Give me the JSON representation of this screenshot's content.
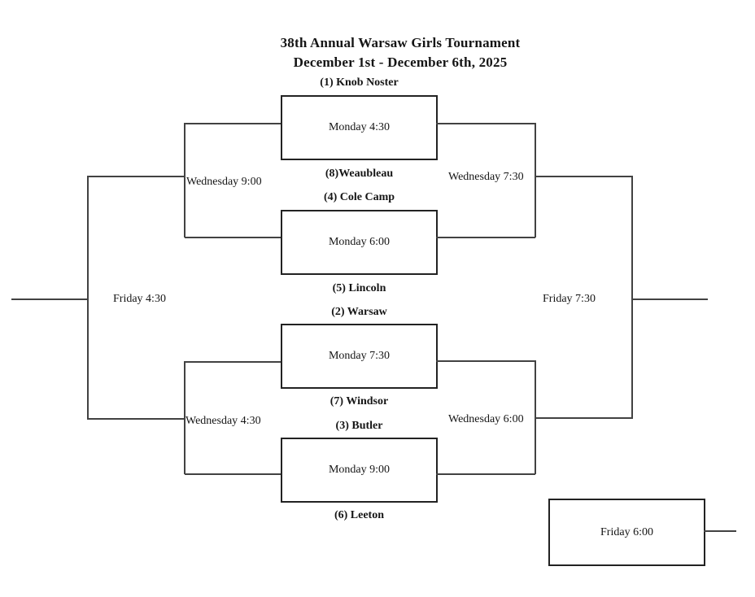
{
  "title": "38th Annual Warsaw Girls Tournament",
  "subtitle": "December 1st - December 6th, 2025",
  "bracket": {
    "round1": [
      {
        "top_seed": "(1) Knob Noster",
        "bottom_seed": "(8)Weaubleau",
        "time": "Monday 4:30"
      },
      {
        "top_seed": "(4) Cole Camp",
        "bottom_seed": "(5) Lincoln",
        "time": "Monday 6:00"
      },
      {
        "top_seed": "(2) Warsaw",
        "bottom_seed": "(7) Windsor",
        "time": "Monday 7:30"
      },
      {
        "top_seed": "(3) Butler",
        "bottom_seed": "(6) Leeton",
        "time": "Monday 9:00"
      }
    ],
    "semifinals": [
      {
        "label": "Wednesday 9:00",
        "position": "left-top"
      },
      {
        "label": "Wednesday 4:30",
        "position": "left-bottom"
      },
      {
        "label": "Wednesday 7:30",
        "position": "right-top"
      },
      {
        "label": "Wednesday 6:00",
        "position": "right-bottom"
      }
    ],
    "finals": [
      {
        "label": "Friday 4:30",
        "position": "left"
      },
      {
        "label": "Friday 7:30",
        "position": "right"
      }
    ],
    "consolation": {
      "time": "Friday 6:00"
    }
  },
  "colors": {
    "background": "#ffffff",
    "text": "#151515",
    "box_border": "#222222",
    "line": "#424242"
  }
}
